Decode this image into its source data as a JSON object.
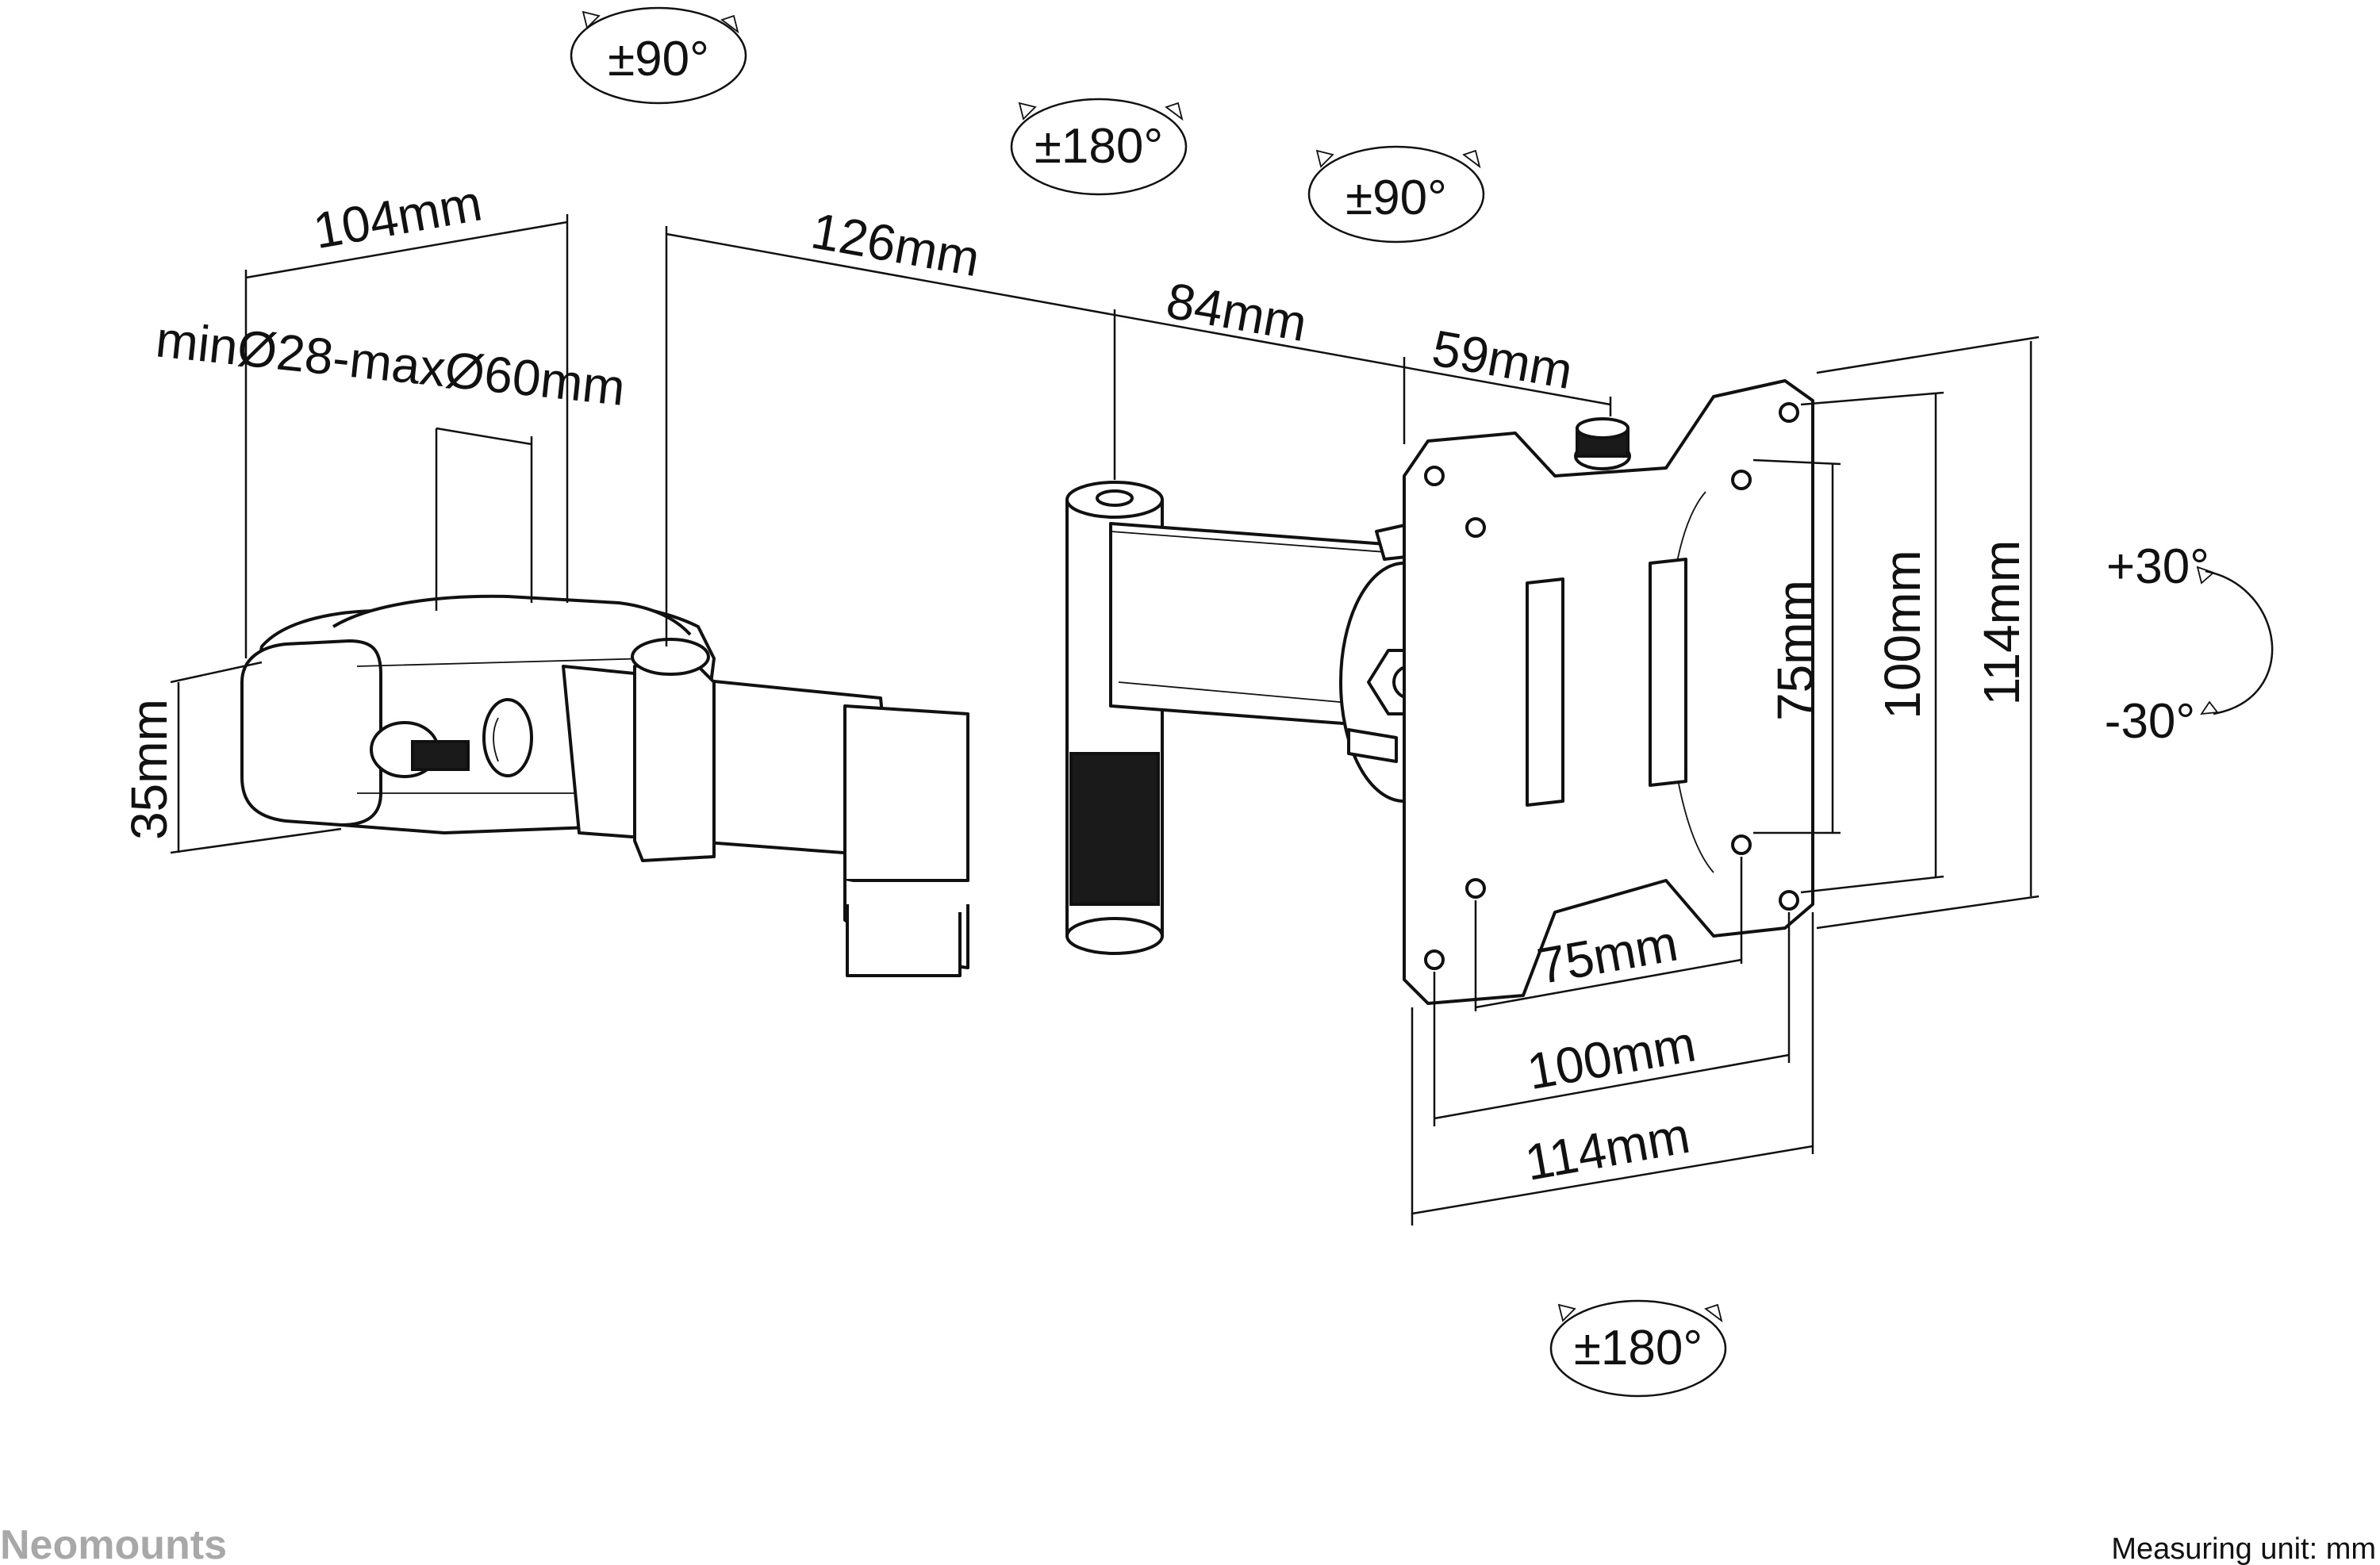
{
  "dimensions": {
    "clamp_width": "104mm",
    "clamp_range": "minØ28-maxØ60mm",
    "clamp_height": "35mm",
    "arm1_length": "126mm",
    "arm2_length": "84mm",
    "head_depth": "59mm",
    "vesa_small_v": "75mm",
    "vesa_large_v": "100mm",
    "plate_height": "114mm",
    "vesa_small_h": "75mm",
    "vesa_large_h": "100mm",
    "plate_width": "114mm"
  },
  "rotations": {
    "clamp_swivel": "±90°",
    "arm_swivel": "±180°",
    "head_swivel": "±90°",
    "tilt_up": "+30°",
    "tilt_down": "-30°",
    "rotation": "±180°"
  },
  "footer": {
    "brand": "Neomounts",
    "unit_note": "Measuring unit: mm"
  }
}
